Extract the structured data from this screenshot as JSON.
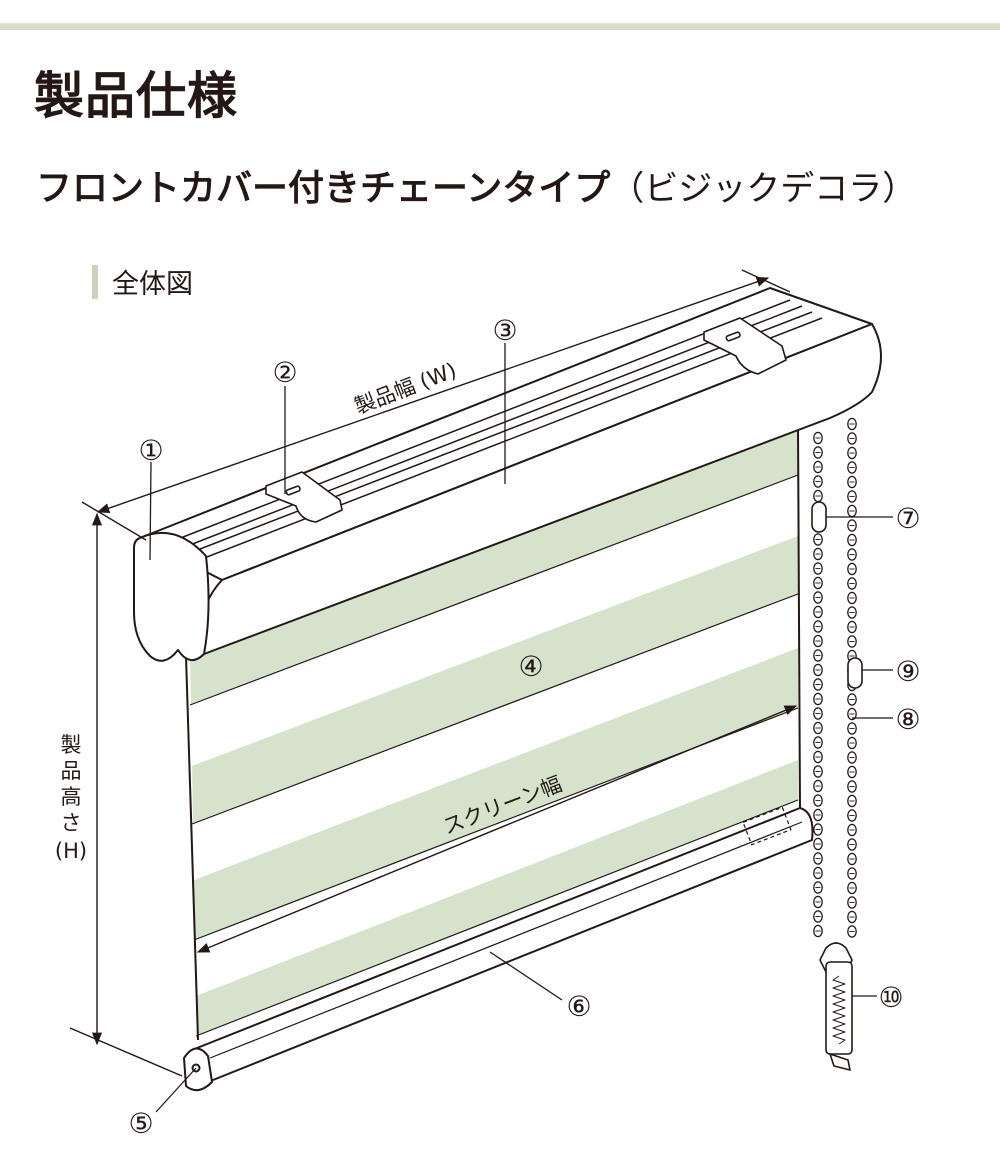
{
  "title": "製品仕様",
  "subtitle": {
    "main": "フロントカバー付きチェーンタイプ",
    "variant": "（ビジックデコラ）"
  },
  "section_label": "全体図",
  "dimension_labels": {
    "width": "製品幅 (W)",
    "height_lines": [
      "製",
      "品",
      "高",
      "さ",
      "(H)"
    ],
    "screen_width": "スクリーン幅"
  },
  "callouts": [
    "①",
    "②",
    "③",
    "④",
    "⑤",
    "⑥",
    "⑦",
    "⑧",
    "⑨",
    "⑩"
  ],
  "colors": {
    "band_green": "#d5e3cd",
    "band_white": "#ffffff",
    "line": "#231815",
    "header_band": "#dedccb",
    "section_bar": "#d2cfbc"
  }
}
